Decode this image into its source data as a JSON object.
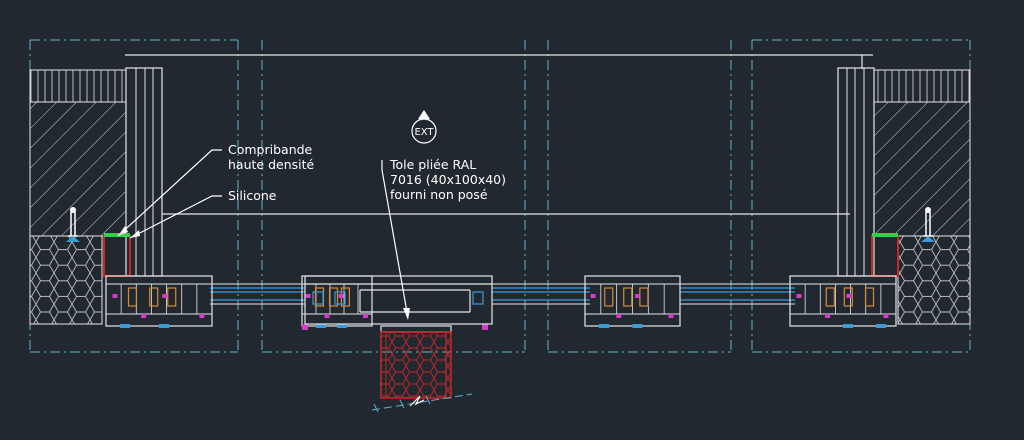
{
  "annotations": {
    "compribande": [
      "Compribande",
      "haute densité"
    ],
    "silicone": "Silicone",
    "tole": [
      "Tole pliée RAL",
      "7016 (40x100x40)",
      "fourni non posé"
    ]
  },
  "ext_marker": "EXT",
  "colors": {
    "background": "#212830",
    "line": "#e6e6e6",
    "dashed_axis": "#5fb3c4",
    "profile_blue": "#3a9bd8",
    "seal_magenta": "#d63cc9",
    "wood_red": "#c8262a",
    "compribande_green": "#2fd34a",
    "gasket_orange": "#d88a3a"
  }
}
